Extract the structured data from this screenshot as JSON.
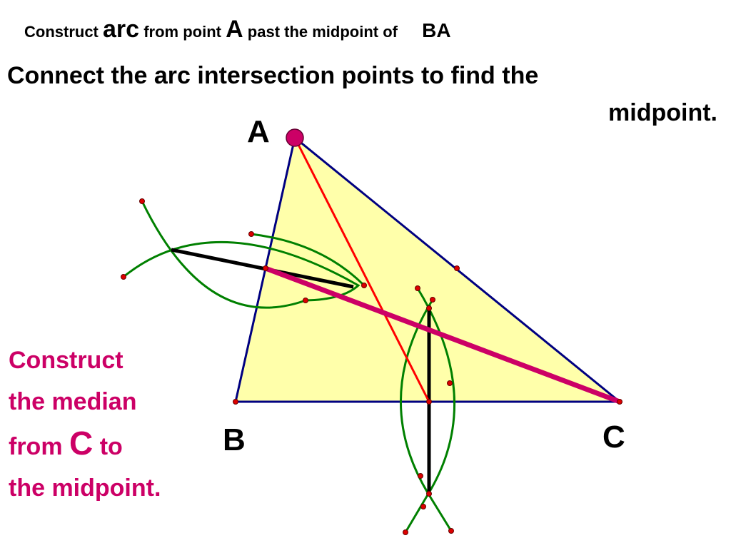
{
  "instruction_top": {
    "w1": "Construct",
    "w2": "arc",
    "w3": "from point",
    "w4": "A",
    "w5": "past the midpoint of",
    "w6": "BA"
  },
  "instruction_main": {
    "line1": "Connect the arc intersection points to find the",
    "line2": "midpoint."
  },
  "instruction_side": {
    "line1": "Construct",
    "line2": "the median",
    "line3a": "from",
    "line3b": "C",
    "line3c": "to",
    "line4": "the midpoint."
  },
  "vertices": {
    "a": "A",
    "b": "B",
    "c": "C"
  },
  "colors": {
    "triangle_fill": "#ffffaa",
    "triangle_stroke": "#000080",
    "arc": "#008000",
    "median": "#cc0066",
    "red_median": "#ff0000",
    "bisector": "#000000",
    "point": "#dd0000"
  }
}
